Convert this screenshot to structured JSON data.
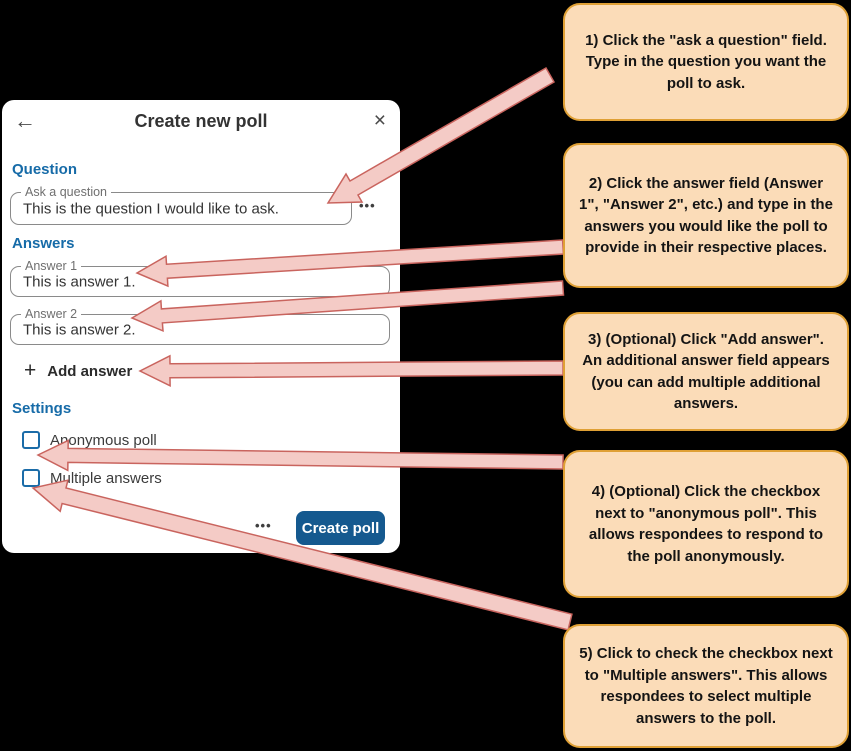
{
  "dialog": {
    "title": "Create new poll",
    "back_icon": "←",
    "close_icon": "×",
    "question_section": {
      "heading": "Question",
      "field_label": "Ask a question",
      "field_value": "This is the question I would like to ask.",
      "overflow_icon": "•••"
    },
    "answers_section": {
      "heading": "Answers",
      "fields": [
        {
          "label": "Answer 1",
          "value": "This is answer 1."
        },
        {
          "label": "Answer 2",
          "value": "This is answer 2."
        }
      ],
      "plus_icon": "+",
      "add_answer_label": "Add answer"
    },
    "settings_section": {
      "heading": "Settings",
      "checkboxes": [
        {
          "label": "Anonymous poll",
          "checked": false
        },
        {
          "label": "Multiple answers",
          "checked": false
        }
      ]
    },
    "footer": {
      "overflow_icon": "•••",
      "create_button_label": "Create poll"
    }
  },
  "callouts": [
    {
      "step": 1,
      "text": "1) Click the \"ask a question\" field.  Type in the question you want the poll to ask."
    },
    {
      "step": 2,
      "text": "2) Click the answer field (Answer 1\", \"Answer 2\", etc.) and type in the answers you would like the poll to provide in their respective places."
    },
    {
      "step": 3,
      "text": "3) (Optional) Click \"Add answer\".  An additional answer field appears (you can add multiple additional answers."
    },
    {
      "step": 4,
      "text": "4) (Optional) Click the checkbox next to \"anonymous poll\".  This allows respondees to respond to the poll anonymously."
    },
    {
      "step": 5,
      "text": "5) Click to check the checkbox next to \"Multiple answers\".  This allows respondees to select multiple answers to the poll."
    }
  ],
  "colors": {
    "page_bg": "#000000",
    "section_heading": "#166ba8",
    "checkbox_border": "#1b6ca8",
    "button_bg": "#15598f",
    "button_text": "#ffffff",
    "callout_bg": "#fbdcb8",
    "callout_border": "#dfa035",
    "callout_text": "#141414",
    "arrow_fill": "#f4cbc6",
    "arrow_stroke": "#c9645e",
    "field_border": "#8a8a8a",
    "field_label": "#6f6f6f"
  }
}
